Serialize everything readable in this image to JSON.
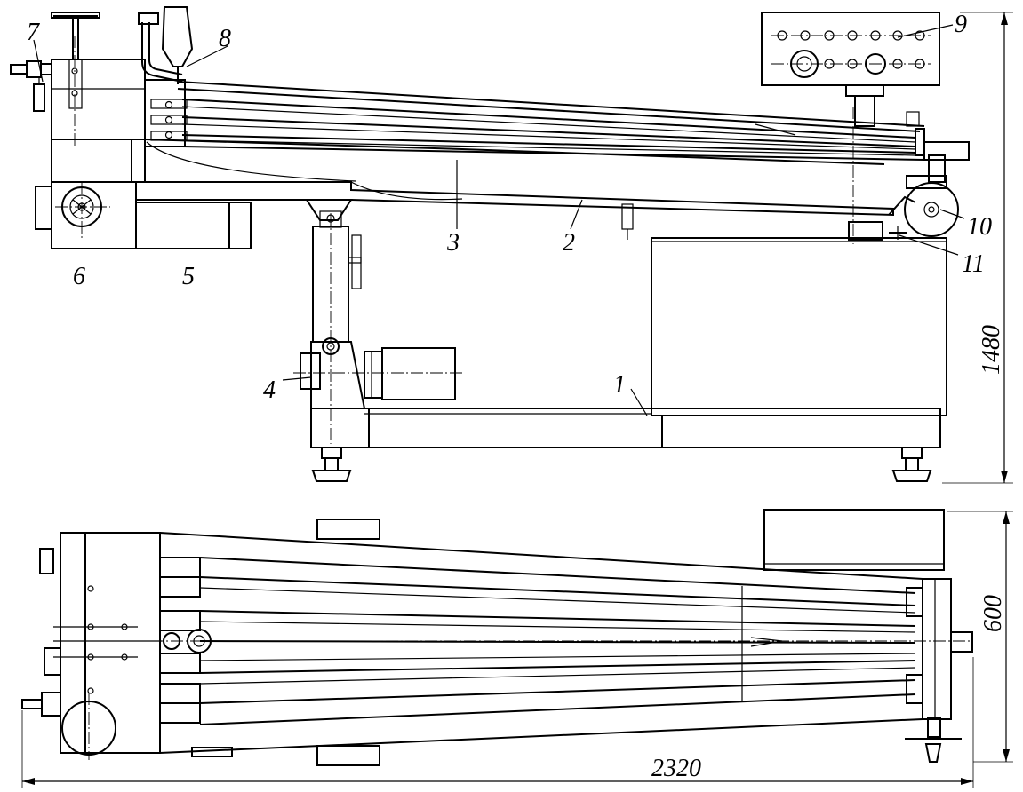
{
  "callouts": {
    "c1": "1",
    "c2": "2",
    "c3": "3",
    "c4": "4",
    "c5": "5",
    "c6": "6",
    "c7": "7",
    "c8": "8",
    "c9": "9",
    "c10": "10",
    "c11": "11"
  },
  "dimensions": {
    "height_side": "1480",
    "width_top": "600",
    "length_total": "2320"
  }
}
